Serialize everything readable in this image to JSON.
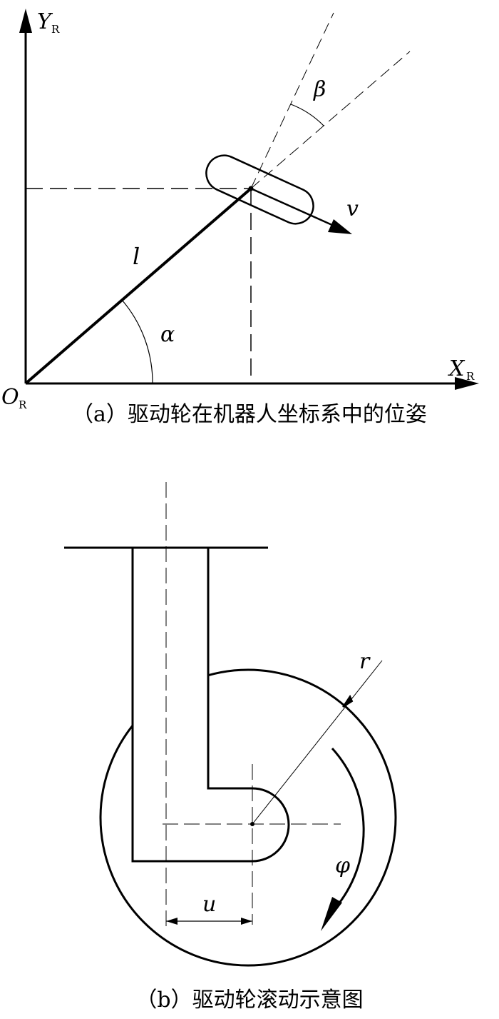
{
  "diagram_a": {
    "axis_y": {
      "main": "Y",
      "sub": "R"
    },
    "axis_x": {
      "main": "X",
      "sub": "R"
    },
    "origin": {
      "main": "O",
      "sub": "R"
    },
    "length_label": "l",
    "angle_alpha": "α",
    "angle_beta": "β",
    "velocity_label": "v",
    "caption": "（a）驱动轮在机器人坐标系中的位姿"
  },
  "diagram_b": {
    "radius_label": "r",
    "rotation_label": "φ",
    "offset_label": "u",
    "caption": "（b）驱动轮滚动示意图"
  }
}
